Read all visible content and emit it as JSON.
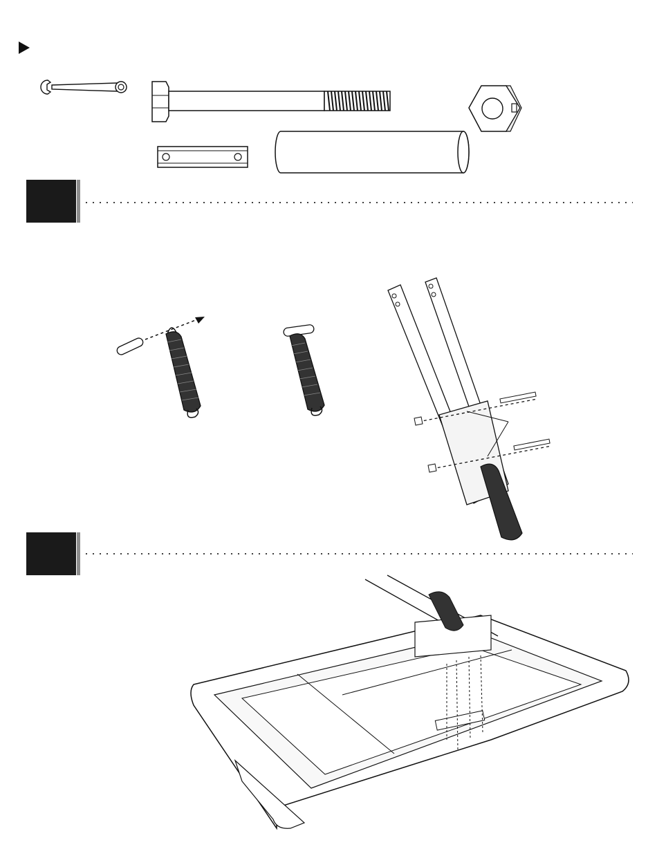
{
  "header": {
    "pointer_icon": "triangle-right-icon"
  },
  "hardware": {
    "items": [
      {
        "name": "wrench",
        "icon": "wrench-icon"
      },
      {
        "name": "hex-bolt",
        "icon": "bolt-icon"
      },
      {
        "name": "hex-nut",
        "icon": "nut-icon"
      },
      {
        "name": "channel-bracket",
        "icon": "bracket-icon"
      },
      {
        "name": "tube-sleeve",
        "icon": "tube-icon"
      }
    ]
  },
  "steps": [
    {
      "label": ""
    },
    {
      "label": ""
    }
  ],
  "colors": {
    "marker": "#1a1a1a",
    "marker_edge": "#8c8c8c",
    "line": "#111111"
  }
}
